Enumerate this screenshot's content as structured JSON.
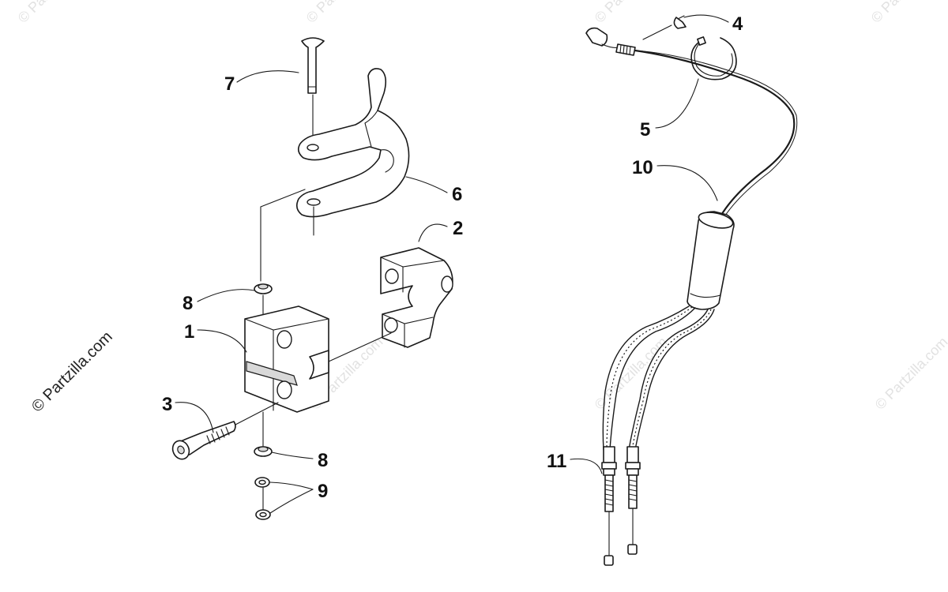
{
  "watermark": {
    "main": "© Partzilla.com",
    "repeat": "© Partzilla.com"
  },
  "callouts": {
    "c1": "1",
    "c2": "2",
    "c3": "3",
    "c4": "4",
    "c5": "5",
    "c6": "6",
    "c7": "7",
    "c8_upper": "8",
    "c8_lower": "8",
    "c9": "9",
    "c10": "10",
    "c11": "11"
  },
  "colors": {
    "ink": "#1a1a1a",
    "background": "#ffffff",
    "watermark": "#e2e2e2"
  }
}
